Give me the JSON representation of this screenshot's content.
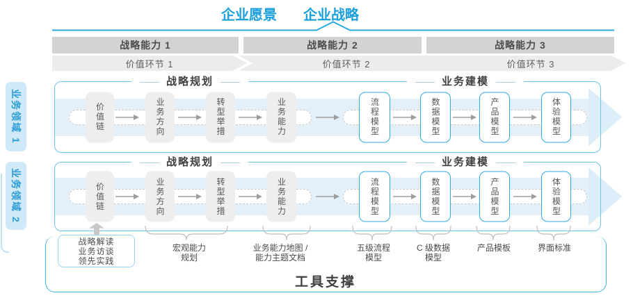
{
  "header": {
    "vision": "企业愿景",
    "strategy": "企业战略"
  },
  "capability_bars": [
    {
      "label": "战略能力 1"
    },
    {
      "label": "战略能力 2"
    },
    {
      "label": "战略能力 3"
    }
  ],
  "value_links": [
    {
      "label": "价值环节 1"
    },
    {
      "label": "价值环节 2"
    },
    {
      "label": "价值环节 3"
    }
  ],
  "domains": [
    {
      "label": "业务领域 1"
    },
    {
      "label": "业务领域 2"
    }
  ],
  "rows": [
    {
      "planning_title": "战略规划",
      "modeling_title": "业务建模",
      "boxes": [
        {
          "label": "价值链"
        },
        {
          "label": "业务方向"
        },
        {
          "label": "转型举措"
        },
        {
          "label": "业务能力"
        },
        {
          "label": "流程模型"
        },
        {
          "label": "数据模型"
        },
        {
          "label": "产品模型"
        },
        {
          "label": "体验模型"
        }
      ]
    },
    {
      "planning_title": "战略规划",
      "modeling_title": "业务建模",
      "boxes": [
        {
          "label": "价值链"
        },
        {
          "label": "业务方向"
        },
        {
          "label": "转型举措"
        },
        {
          "label": "业务能力"
        },
        {
          "label": "流程模型"
        },
        {
          "label": "数据模型"
        },
        {
          "label": "产品模型"
        },
        {
          "label": "体验模型"
        }
      ]
    }
  ],
  "annotations": {
    "interview_box": {
      "lines": [
        "战略解读",
        "业务访谈",
        "领先实践"
      ]
    },
    "braced": [
      {
        "lines": [
          "宏观能力",
          "规划"
        ]
      },
      {
        "lines": [
          "业务能力地图 /",
          "能力主题文档"
        ]
      },
      {
        "lines": [
          "五级流程",
          "模型"
        ]
      },
      {
        "lines": [
          "C 级数据",
          "模型"
        ]
      },
      {
        "lines": [
          "产品模板"
        ]
      },
      {
        "lines": [
          "界面标准"
        ]
      }
    ]
  },
  "footer": {
    "tool_support": "工具支撑"
  },
  "colors": {
    "accent_blue": "#29a9e0",
    "row_border_blue": "#6cc4ea",
    "light_blue_band": "#e3f0fa",
    "domain_bg": "#cfe9f8",
    "bar_gray": "#d3d3d3",
    "chevron_gray": "#ececec",
    "box_gray": "#eeeeee",
    "text_dark": "#4a4a4a"
  }
}
